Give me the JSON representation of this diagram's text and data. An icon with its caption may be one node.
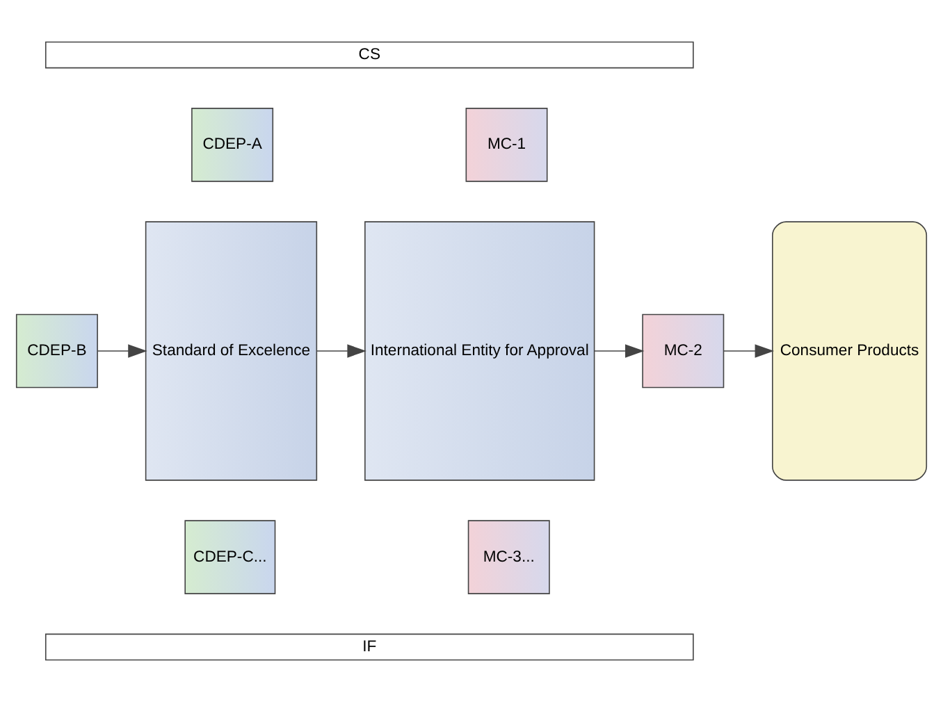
{
  "diagram": {
    "nodes": [
      {
        "text": [
          "CS"
        ]
      },
      {
        "text": [
          "CDEP-A"
        ]
      },
      {
        "text": [
          "CDEP-B"
        ]
      },
      {
        "text": [
          "CDEP-C..."
        ]
      },
      {
        "text": [
          "Standard of Excelence"
        ]
      },
      {
        "text": [
          "International Entity for Approval"
        ]
      },
      {
        "text": [
          "MC-1"
        ]
      },
      {
        "text": [
          "MC-2"
        ]
      },
      {
        "text": [
          "MC-3..."
        ]
      },
      {
        "text": [
          "Consumer Products"
        ]
      },
      {
        "text": [
          "IF"
        ]
      }
    ],
    "edges": [
      {
        "from": 2,
        "to": 4,
        "arrow": "to"
      },
      {
        "from": 4,
        "to": 5,
        "arrow": "to"
      },
      {
        "from": 5,
        "to": 7,
        "arrow": "to"
      },
      {
        "from": 7,
        "to": 9,
        "arrow": "to"
      }
    ]
  }
}
